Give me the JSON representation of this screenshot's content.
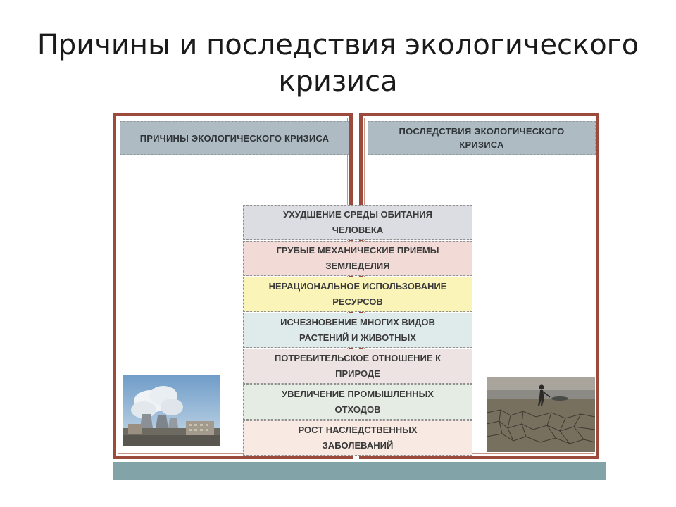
{
  "slide": {
    "title_line1": "Причины и последствия экологического",
    "title_line2": "кризиса"
  },
  "panels": {
    "causes_header": "ПРИЧИНЫ ЭКОЛОГИЧЕСКОГО КРИЗИСА",
    "consequences_header_line1": "ПОСЛЕДСТВИЯ ЭКОЛОГИЧЕСКОГО",
    "consequences_header_line2": "КРИЗИСА"
  },
  "items": [
    {
      "line1": "УХУДШЕНИЕ СРЕДЫ ОБИТАНИЯ",
      "line2": "ЧЕЛОВЕКА",
      "color": "#dcdde3"
    },
    {
      "line1": "ГРУБЫЕ МЕХАНИЧЕСКИЕ ПРИЕМЫ",
      "line2": "ЗЕМЛЕДЕЛИЯ",
      "color": "#f2dbd7"
    },
    {
      "line1": "НЕРАЦИОНАЛЬНОЕ ИСПОЛЬЗОВАНИЕ",
      "line2": "РЕСУРСОВ",
      "color": "#fbf4b8"
    },
    {
      "line1": "ИСЧЕЗНОВЕНИЕ МНОГИХ ВИДОВ",
      "line2": "РАСТЕНИЙ И ЖИВОТНЫХ",
      "color": "#dfeaea"
    },
    {
      "line1": "ПОТРЕБИТЕЛЬСКОЕ ОТНОШЕНИЕ К",
      "line2": "ПРИРОДЕ",
      "color": "#ece3e2"
    },
    {
      "line1": "УВЕЛИЧЕНИЕ ПРОМЫШЛЕННЫХ",
      "line2": "ОТХОДОВ",
      "color": "#e5ece3"
    },
    {
      "line1": "РОСТ НАСЛЕДСТВЕННЫХ",
      "line2": "ЗАБОЛЕВАНИЙ",
      "color": "#f8e9e2"
    }
  ],
  "colors": {
    "frame_border": "#9b4a3c",
    "header_fill": "#aebbc3",
    "bottom_strip": "#82a3a8"
  }
}
